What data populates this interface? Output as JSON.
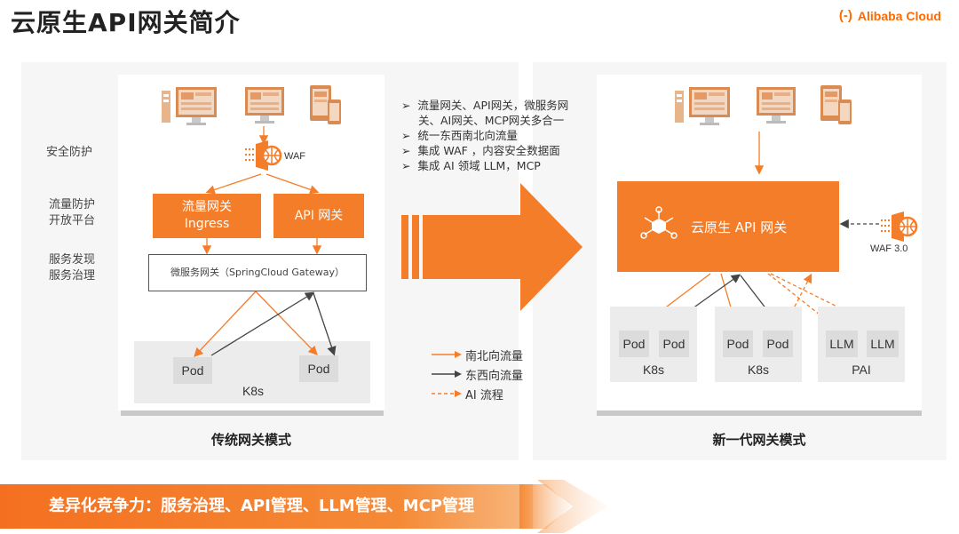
{
  "title": "云原生API网关简介",
  "brand": {
    "name": "Alibaba Cloud",
    "icon": "alibaba-cloud-logo-icon"
  },
  "left_section": {
    "side_labels": [
      "安全防护",
      "流量防护\n开放平台",
      "服务发现\n服务治理"
    ],
    "waf_label": "WAF",
    "box_flow": {
      "line1": "流量网关",
      "line2": "Ingress"
    },
    "box_api": "API 网关",
    "gateway_box": "微服务网关（SpringCloud Gateway）",
    "pods": [
      "Pod",
      "Pod"
    ],
    "zone": "K8s",
    "caption": "传统网关模式"
  },
  "bullets": [
    "流量网关、API网关，微服务网",
    "关、AI网关、MCP网关多合一",
    "统一东西南北向流量",
    "集成 WAF ，内容安全数据面",
    "集成 AI 领域 LLM，MCP"
  ],
  "legend": [
    {
      "label": "南北向流量",
      "style": "solid",
      "color": "#f47d2a"
    },
    {
      "label": "东西向流量",
      "style": "solid",
      "color": "#444444"
    },
    {
      "label": "AI 流程",
      "style": "dashed",
      "color": "#f47d2a"
    }
  ],
  "right_section": {
    "gateway_label": "云原生 API 网关",
    "waf_label": "WAF 3.0",
    "zones": [
      {
        "label": "K8s",
        "pods": [
          "Pod",
          "Pod"
        ]
      },
      {
        "label": "K8s",
        "pods": [
          "Pod",
          "Pod"
        ]
      },
      {
        "label": "PAI",
        "pods": [
          "LLM",
          "LLM"
        ]
      }
    ],
    "caption": "新一代网关模式"
  },
  "banner": "差异化竞争力：服务治理、API管理、LLM管理、MCP管理",
  "colors": {
    "accent": "#f47d2a",
    "dark_line": "#444444"
  }
}
